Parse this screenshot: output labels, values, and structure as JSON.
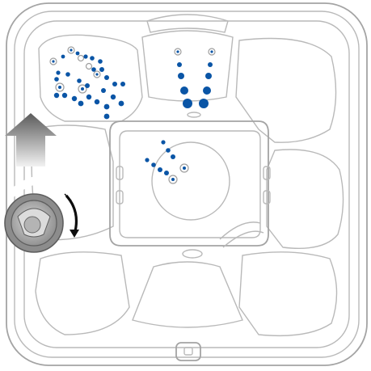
{
  "diagram": {
    "colors": {
      "outline": "#b9b9b9",
      "jet_dot": "#0a55a6",
      "arrow_gradient_start": "#5a5a5a",
      "arrow_gradient_end": "#f2f2f2",
      "knob_body": "#9a9a9a",
      "knob_face": "#c8c8c8"
    },
    "icons": {
      "up_arrow": "up-arrow-icon",
      "rotation_arrow": "rotate-clockwise-icon",
      "diverter_knob": "diverter-knob-icon",
      "filter_lid": "filter-lid-icon"
    },
    "highlighted_jet_zones": [
      "upper-left-seat",
      "top-center-seat",
      "center-footwell"
    ]
  }
}
